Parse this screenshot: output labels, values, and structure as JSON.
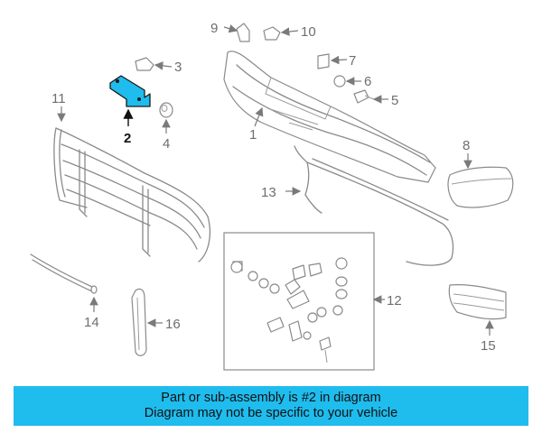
{
  "highlight_color": "#1fbcee",
  "banner": {
    "line1": "Part or sub-assembly is #2 in diagram",
    "line2": "Diagram may not be specific to your vehicle"
  },
  "labels": {
    "p1": "1",
    "p2": "2",
    "p3": "3",
    "p4": "4",
    "p5": "5",
    "p6": "6",
    "p7": "7",
    "p8": "8",
    "p9": "9",
    "p10": "10",
    "p11": "11",
    "p12": "12",
    "p13": "13",
    "p14": "14",
    "p15": "15",
    "p16": "16"
  }
}
